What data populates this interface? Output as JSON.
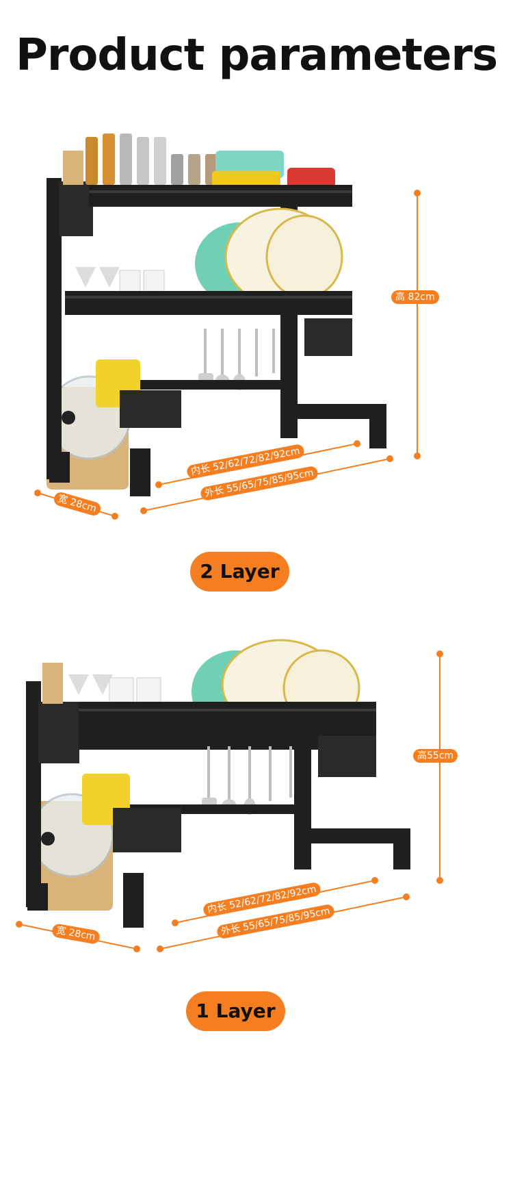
{
  "title": "Product parameters",
  "accent_color": "#f47e20",
  "rack_color": "#1f1f1f",
  "products": [
    {
      "layer_label": "2 Layer",
      "height_label": "高 82cm",
      "inner_length_label": "内长 52/62/72/82/92cm",
      "outer_length_label": "外长 55/65/75/85/95cm",
      "width_label": "宽 28cm"
    },
    {
      "layer_label": "1 Layer",
      "height_label": "高55cm",
      "inner_length_label": "内长 52/62/72/82/92cm",
      "outer_length_label": "外长 55/65/75/85/95cm",
      "width_label": "宽 28cm"
    }
  ]
}
